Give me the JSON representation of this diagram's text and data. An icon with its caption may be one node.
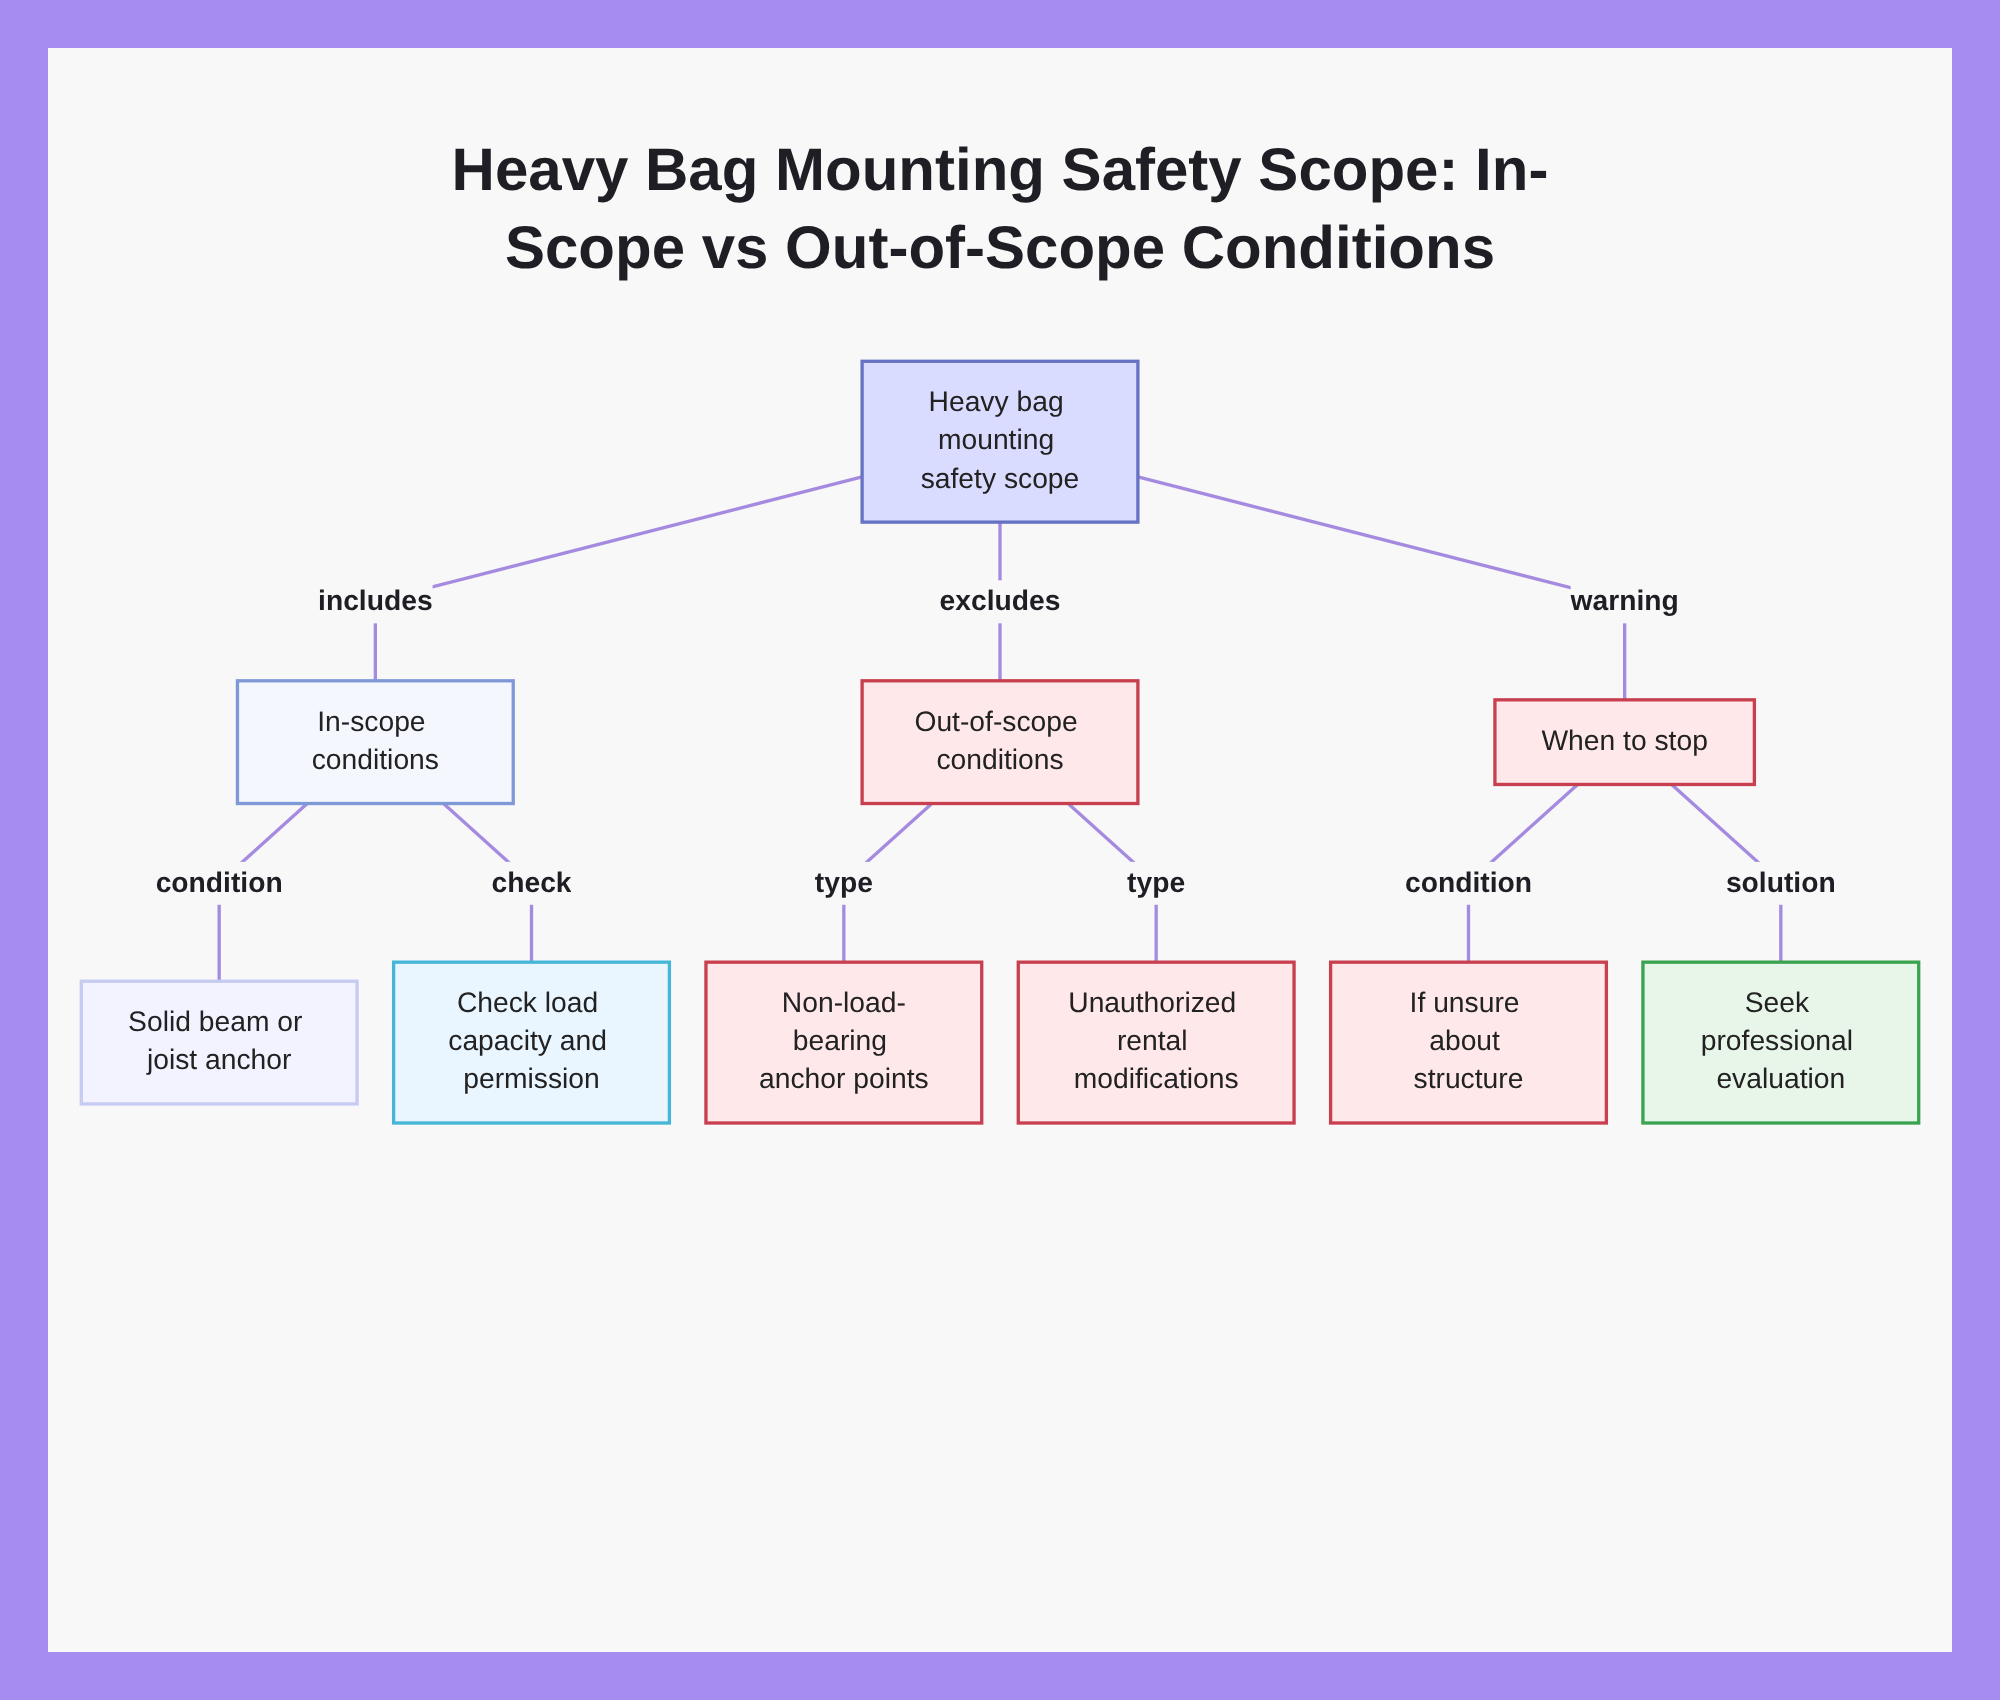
{
  "diagram": {
    "title": "Heavy Bag Mounting Safety Scope: In-Scope vs Out-of-Scope Conditions",
    "nodes": [
      {
        "text": [
          "Heavy bag mounting safety scope"
        ]
      },
      {
        "text": [
          "In-scope conditions"
        ]
      },
      {
        "text": [
          "Out-of-scope conditions"
        ]
      },
      {
        "text": [
          "When to stop"
        ]
      },
      {
        "text": [
          "Solid beam or joist anchor"
        ]
      },
      {
        "text": [
          "Check load capacity and permission"
        ]
      },
      {
        "text": [
          "Non-load-bearing anchor points"
        ]
      },
      {
        "text": [
          "Unauthorized rental modifications"
        ]
      },
      {
        "text": [
          "If unsure about structure"
        ]
      },
      {
        "text": [
          "Seek professional evaluation"
        ]
      }
    ],
    "edges": [
      {
        "from": 0,
        "to": 1,
        "arrow": "none",
        "label": "includes"
      },
      {
        "from": 0,
        "to": 2,
        "arrow": "none",
        "label": "excludes"
      },
      {
        "from": 0,
        "to": 3,
        "arrow": "none",
        "label": "warning"
      },
      {
        "from": 1,
        "to": 4,
        "arrow": "none",
        "label": "condition"
      },
      {
        "from": 1,
        "to": 5,
        "arrow": "none",
        "label": "check"
      },
      {
        "from": 2,
        "to": 6,
        "arrow": "none",
        "label": "type"
      },
      {
        "from": 2,
        "to": 7,
        "arrow": "none",
        "label": "type"
      },
      {
        "from": 3,
        "to": 8,
        "arrow": "none",
        "label": "condition"
      },
      {
        "from": 3,
        "to": 9,
        "arrow": "none",
        "label": "solution"
      }
    ]
  }
}
